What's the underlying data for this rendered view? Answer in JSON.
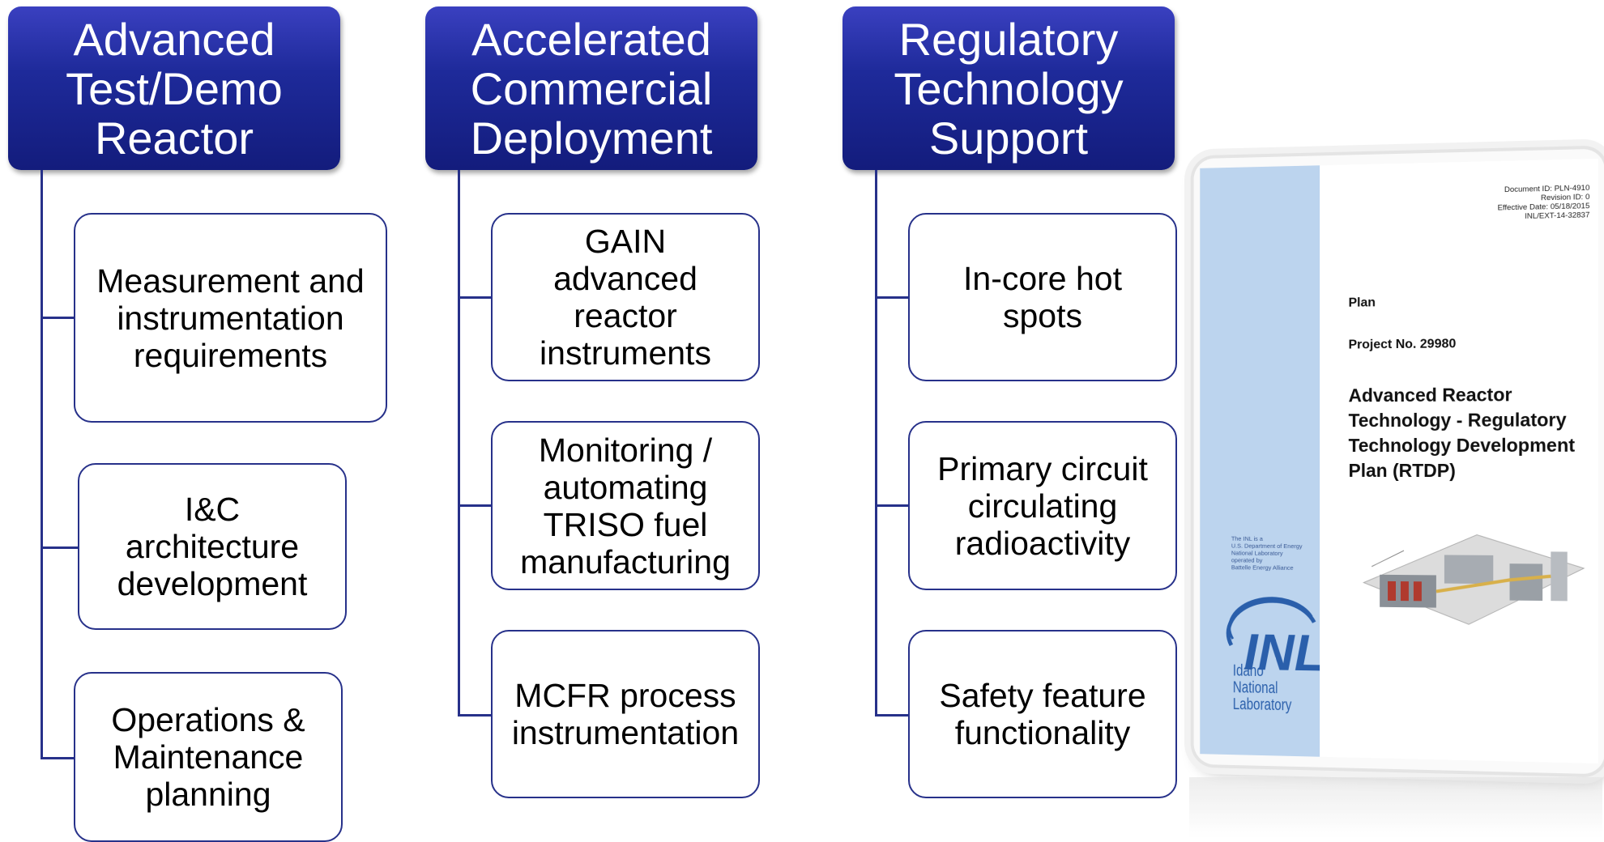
{
  "columns": [
    {
      "title": "Advanced\nTest/Demo\nReactor",
      "items": [
        "Measurement and\ninstrumentation\nrequirements",
        "I&C\narchitecture\ndevelopment",
        "Operations &\nMaintenance\nplanning"
      ]
    },
    {
      "title": "Accelerated\nCommercial\nDeployment",
      "items": [
        "GAIN\nadvanced\nreactor\ninstruments",
        "Monitoring /\nautomating\nTRISO fuel\nmanufacturing",
        "MCFR process\ninstrumentation"
      ]
    },
    {
      "title": "Regulatory\nTechnology\nSupport",
      "items": [
        "In-core hot\nspots",
        "Primary circuit\ncirculating\nradioactivity",
        "Safety feature\nfunctionality"
      ]
    }
  ],
  "report": {
    "meta": "Document ID: PLN-4910\nRevision ID: 0\nEffective Date: 05/18/2015\nINL/EXT-14-32837",
    "type": "Plan",
    "project": "Project No. 29980",
    "title": "Advanced Reactor\nTechnology - Regulatory\nTechnology Development\nPlan (RTDP)",
    "inl_note": "The INL is a\nU.S. Department of Energy\nNational Laboratory\noperated by\nBattelle Energy Alliance",
    "inl_logo_text": "INL",
    "inl_name": "Idaho National\nLaboratory"
  },
  "colors": {
    "header": "#1e2a9a",
    "connector": "#27318a",
    "report_band": "#bcd4ee",
    "inl_blue": "#2a5fab"
  }
}
